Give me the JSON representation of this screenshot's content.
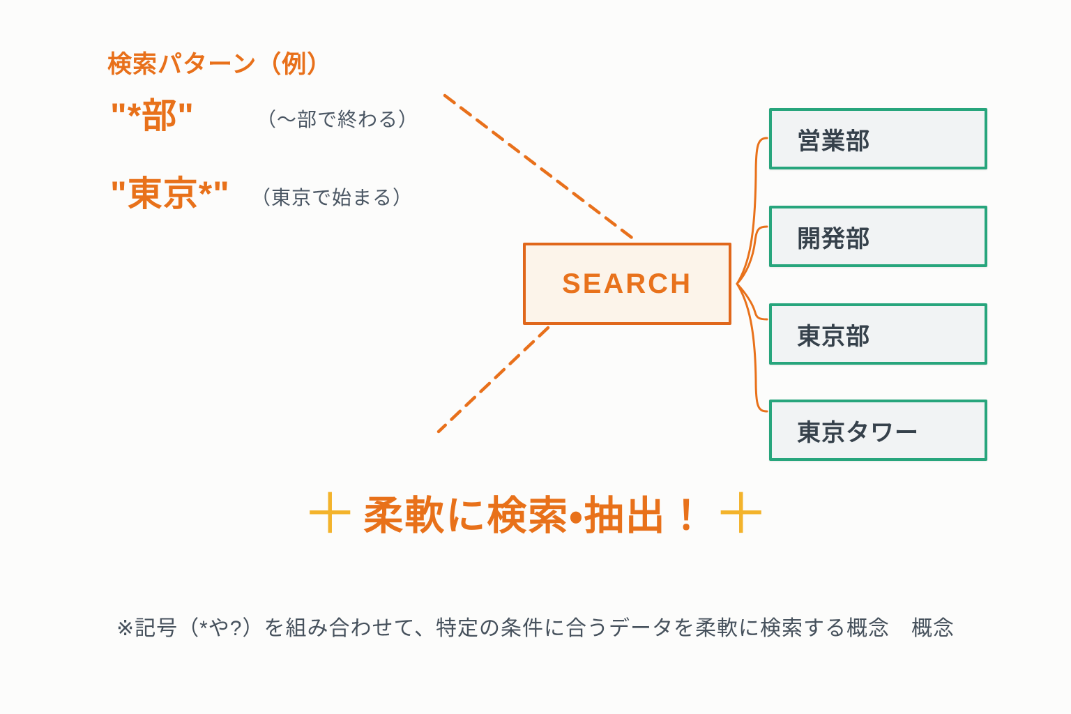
{
  "patterns": {
    "title": "検索パターン（例）",
    "items": [
      {
        "pattern": "\"*部\"",
        "description": "（〜部で終わる）"
      },
      {
        "pattern": "\"東京*\"",
        "description": "（東京で始まる）"
      }
    ]
  },
  "search": {
    "label": "SEARCH"
  },
  "results": {
    "items": [
      {
        "label": "営業部"
      },
      {
        "label": "開発部"
      },
      {
        "label": "東京部"
      },
      {
        "label": "東京タワー"
      }
    ]
  },
  "headline": {
    "plus_left": "＋",
    "text": "柔軟に検索・抽出！",
    "plus_right": "＋"
  },
  "footnote": {
    "text": "※記号（*や?）を組み合わせて、特定の条件に合うデータを柔軟に検索する概念　概念"
  },
  "colors": {
    "orange": "#e8711a",
    "orange_border": "#e0671b",
    "cream_fill": "#fcf4ea",
    "green_border": "#27a57c",
    "result_fill": "#f1f3f4",
    "dark_text": "#36414b",
    "gray_text": "#4a5663",
    "plus_yellow": "#f3b32b"
  }
}
